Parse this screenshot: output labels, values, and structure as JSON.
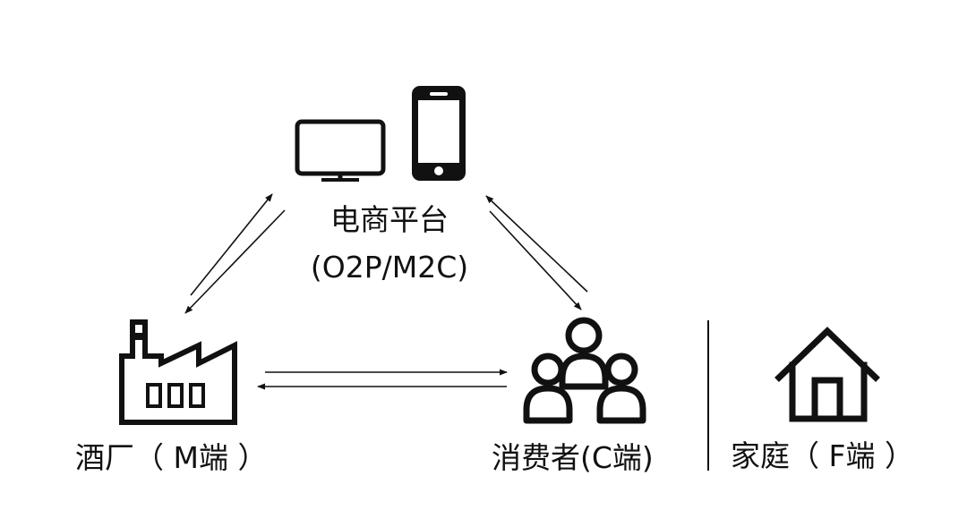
{
  "platform": {
    "name": "电商平台",
    "models": "(O2P/M2C)",
    "icons": [
      "tv-monitor-icon",
      "smartphone-icon"
    ]
  },
  "factory": {
    "label": "酒厂（ M端 ）",
    "icon": "factory-icon"
  },
  "consumers": {
    "label": "消费者(C端)",
    "icon": "people-group-icon"
  },
  "family": {
    "label": "家庭（ F端 ）",
    "icon": "house-icon"
  },
  "colors": {
    "ink": "#111111",
    "background": "#ffffff"
  }
}
